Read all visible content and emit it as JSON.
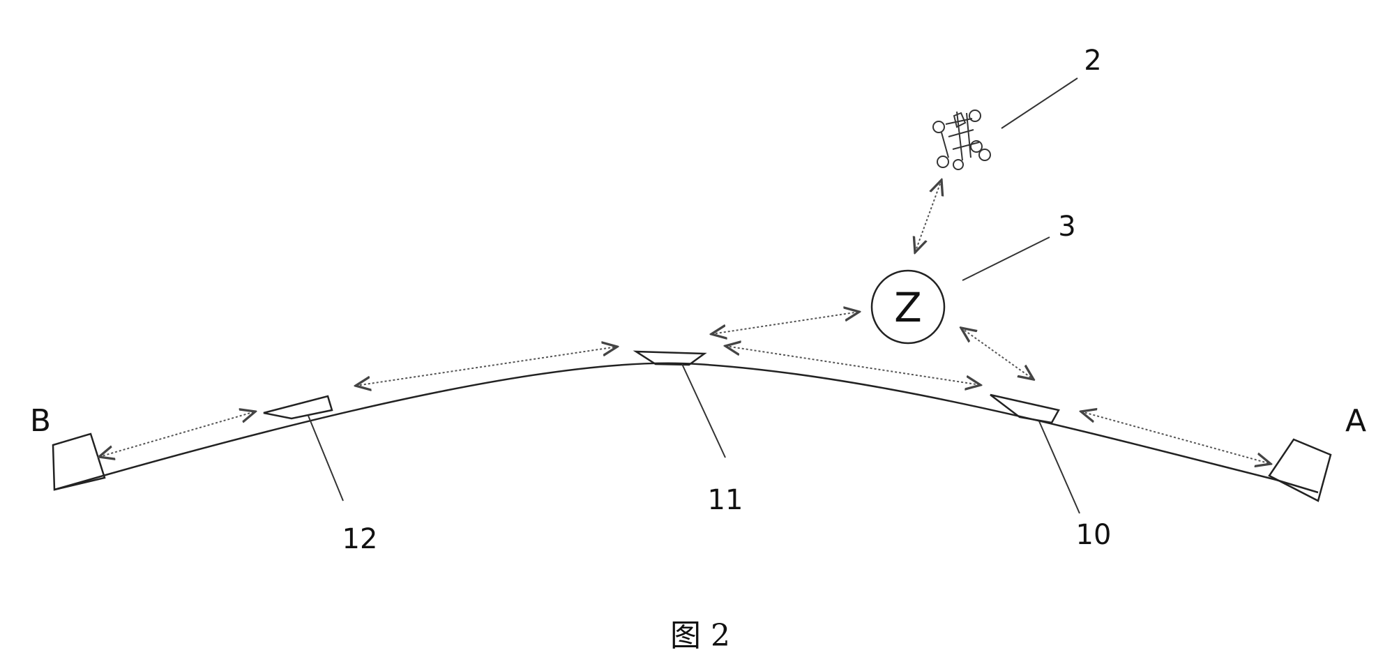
{
  "figure": {
    "caption": "图 2",
    "endpoint_labels": {
      "left": "B",
      "right": "A"
    },
    "device_labels": {
      "d10": "10",
      "d11": "11",
      "d12": "12"
    },
    "central_unit": {
      "label": "3",
      "symbol": "Z"
    },
    "vehicle": {
      "label": "2"
    }
  }
}
